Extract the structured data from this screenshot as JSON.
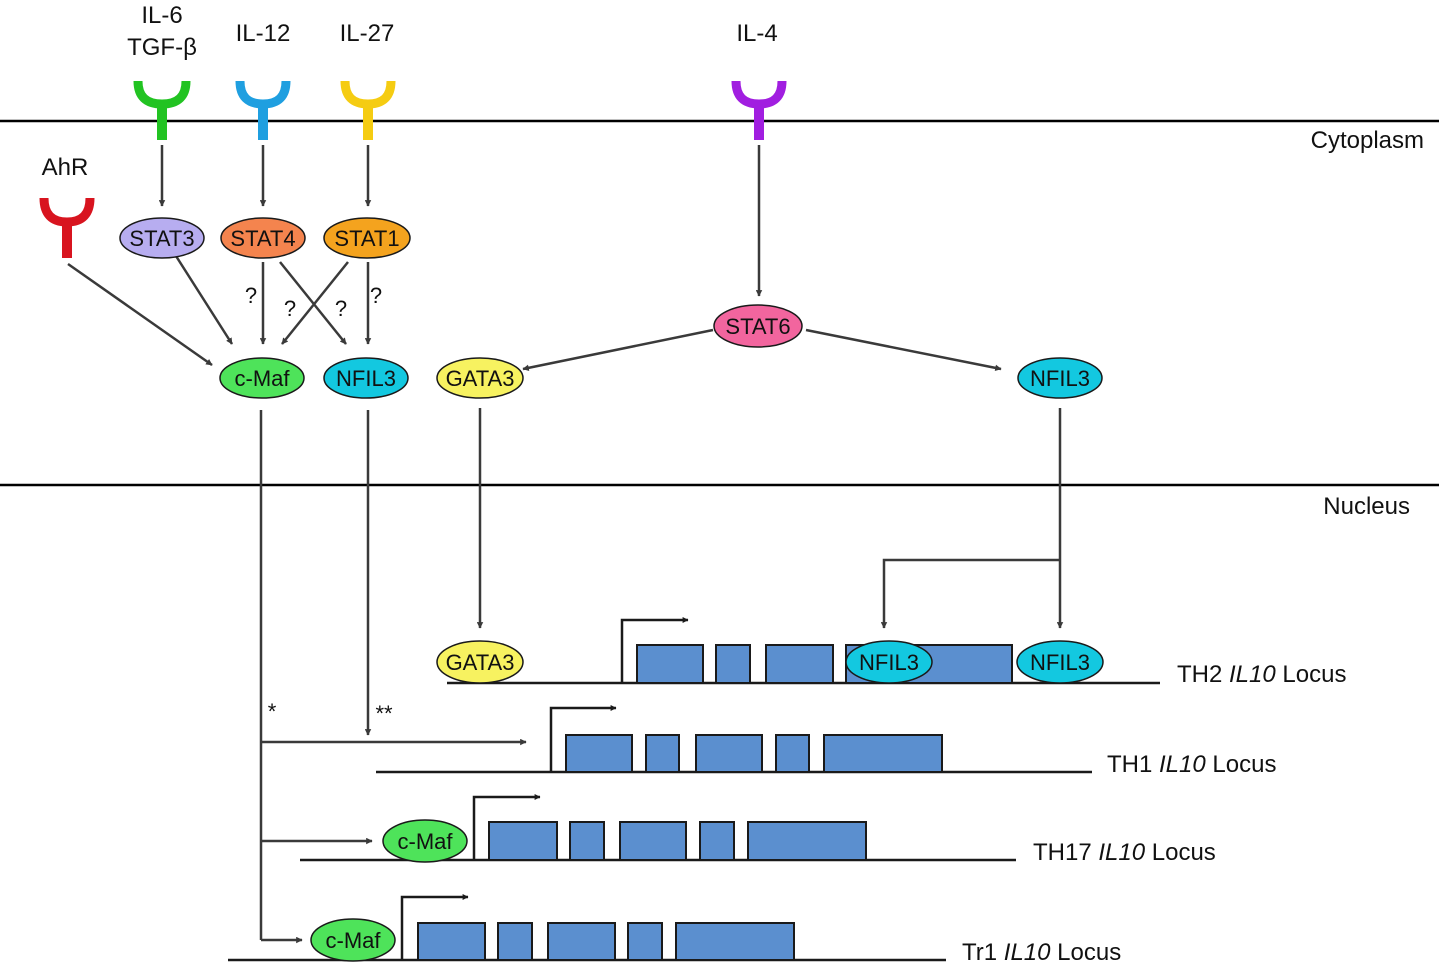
{
  "compartments": {
    "cytoplasm": "Cytoplasm",
    "nucleus": "Nucleus"
  },
  "receptors": {
    "il6": {
      "label1": "IL-6",
      "label2": "TGF-β",
      "color": "#22c322"
    },
    "il12": {
      "label": "IL-12",
      "color": "#1f9fe0"
    },
    "il27": {
      "label": "IL-27",
      "color": "#f5cc12"
    },
    "il4": {
      "label": "IL-4",
      "color": "#a11ee0"
    },
    "ahr": {
      "label": "AhR",
      "color": "#d8141f"
    }
  },
  "nodes": {
    "stat3": {
      "label": "STAT3",
      "color": "#b7adf0"
    },
    "stat4": {
      "label": "STAT4",
      "color": "#f4844e"
    },
    "stat1": {
      "label": "STAT1",
      "color": "#f4a31e"
    },
    "stat6": {
      "label": "STAT6",
      "color": "#f2659e"
    },
    "cmaf": {
      "label": "c-Maf",
      "color": "#4ee35a"
    },
    "nfil3_left": {
      "label": "NFIL3",
      "color": "#13c8e0"
    },
    "gata3": {
      "label": "GATA3",
      "color": "#f7f260"
    },
    "nfil3_right": {
      "label": "NFIL3",
      "color": "#13c8e0"
    }
  },
  "uncertain_marks": [
    "?",
    "?",
    "?",
    "?"
  ],
  "asterisks": {
    "single": "*",
    "double": "**"
  },
  "loci": {
    "th2": {
      "prefix": "TH2 ",
      "gene": "IL10",
      "suffix": " Locus",
      "factor1": "GATA3",
      "factor2": "NFIL3",
      "factor3": "NFIL3"
    },
    "th1": {
      "prefix": "TH1 ",
      "gene": "IL10",
      "suffix": " Locus"
    },
    "th17": {
      "prefix": "TH17 ",
      "gene": "IL10",
      "suffix": " Locus",
      "factor": "c-Maf"
    },
    "tr1": {
      "prefix": "Tr1 ",
      "gene": "IL10",
      "suffix": " Locus",
      "factor": "c-Maf"
    }
  }
}
